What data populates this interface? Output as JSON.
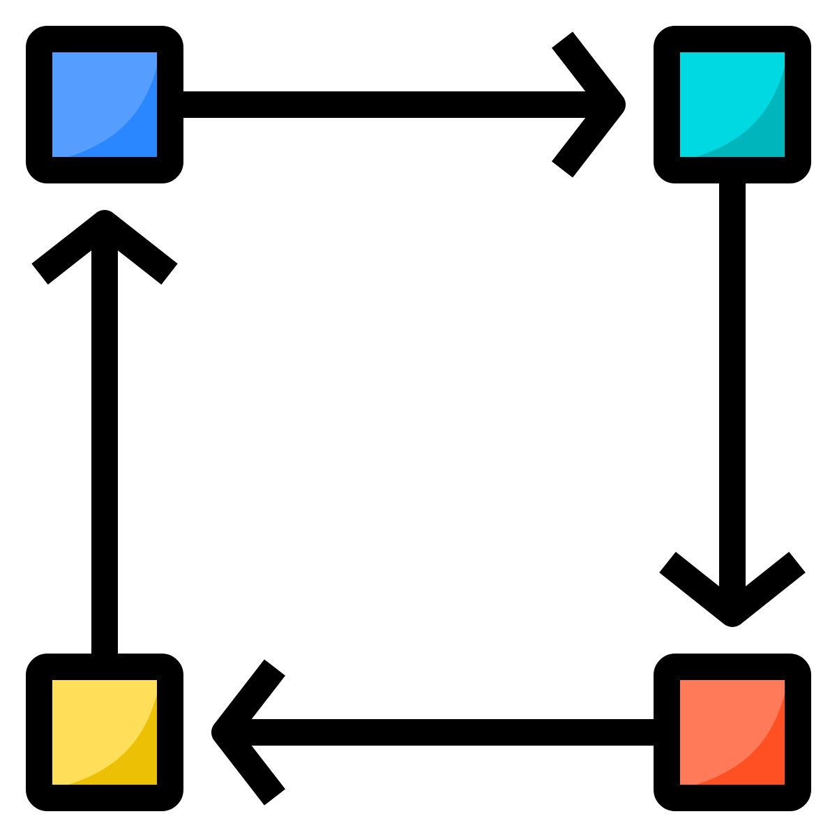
{
  "diagram": {
    "nodes": [
      {
        "id": "top-left",
        "light_color": "#559EFF",
        "dark_color": "#2B87FF"
      },
      {
        "id": "top-right",
        "light_color": "#00D9E1",
        "dark_color": "#00B6BD"
      },
      {
        "id": "bottom-right",
        "light_color": "#FF7A59",
        "dark_color": "#FF5023"
      },
      {
        "id": "bottom-left",
        "light_color": "#FFDE5A",
        "dark_color": "#EBC005"
      }
    ],
    "edges": [
      {
        "from": "top-left",
        "to": "top-right",
        "direction": "right"
      },
      {
        "from": "top-right",
        "to": "bottom-right",
        "direction": "down"
      },
      {
        "from": "bottom-right",
        "to": "bottom-left",
        "direction": "left"
      },
      {
        "from": "bottom-left",
        "to": "top-left",
        "direction": "up"
      }
    ],
    "outline_color": "#000000",
    "background_color": "#FFFFFF"
  }
}
